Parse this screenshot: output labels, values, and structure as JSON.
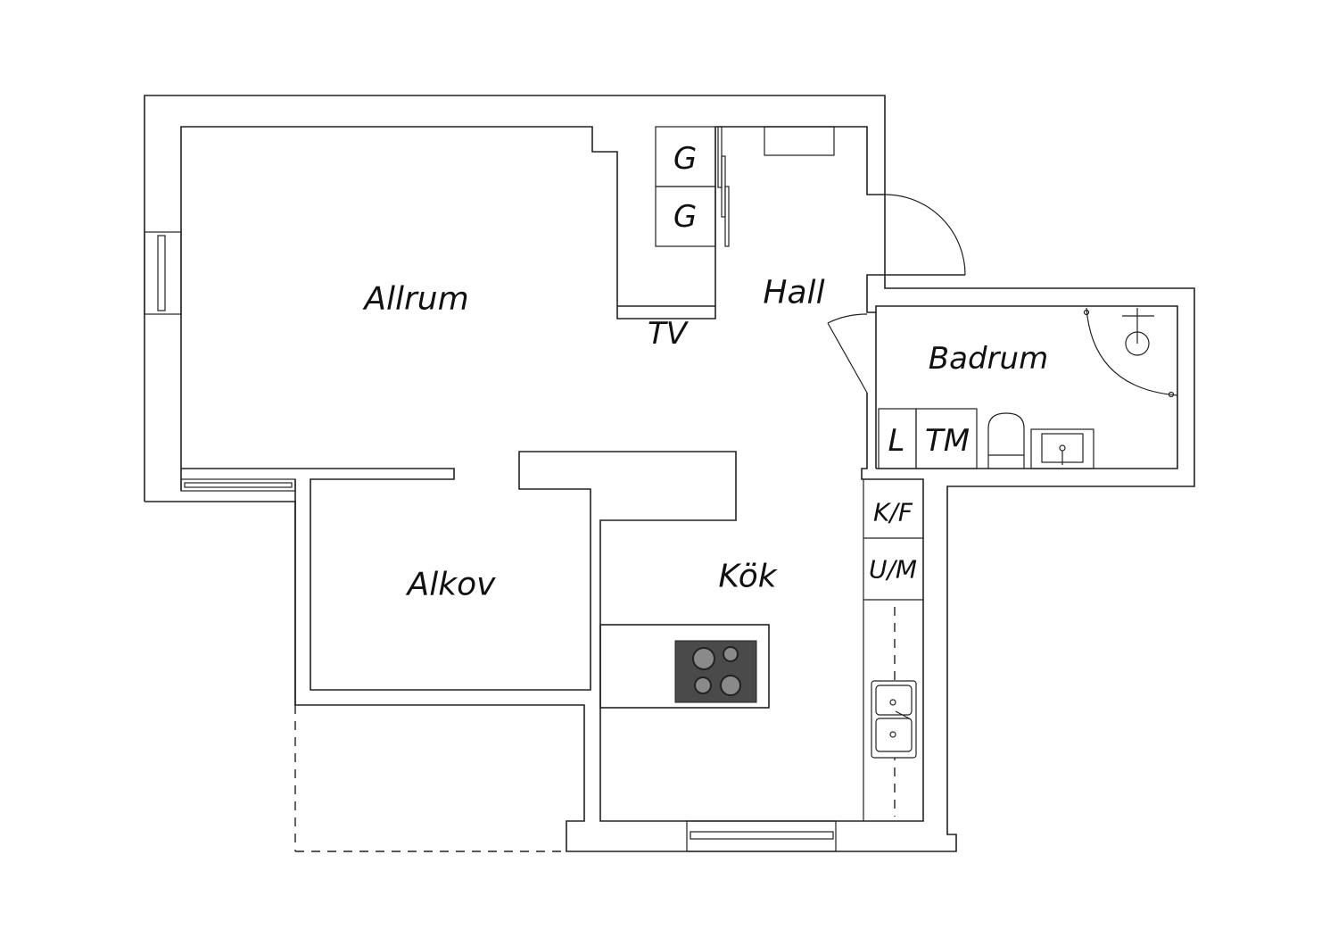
{
  "rooms": {
    "allrum": "Allrum",
    "hall": "Hall",
    "badrum": "Badrum",
    "alkov": "Alkov",
    "kok": "Kök"
  },
  "fixtures": {
    "wardrobe_1": "G",
    "wardrobe_2": "G",
    "tv": "TV",
    "linen": "L",
    "washer": "TM",
    "fridge_freezer": "K/F",
    "oven_microwave": "U/M"
  },
  "colors": {
    "line": "#222222",
    "stove": "#4a4a4a",
    "burner": "#8a8a8a"
  }
}
